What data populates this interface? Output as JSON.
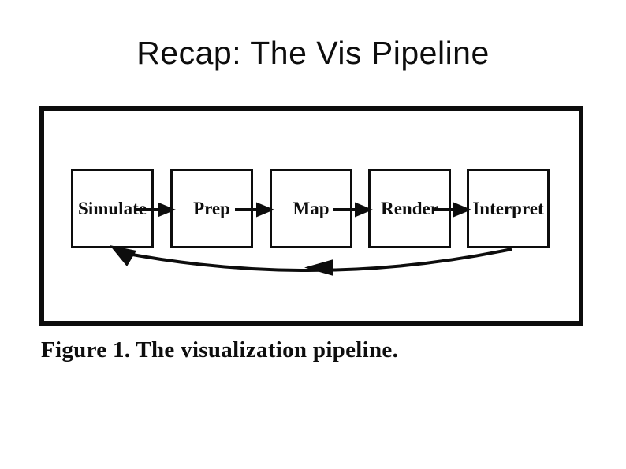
{
  "slide": {
    "title": "Recap: The Vis Pipeline"
  },
  "figure": {
    "caption": "Figure 1. The visualization pipeline.",
    "diagram": {
      "stages": [
        {
          "label": "Simulate"
        },
        {
          "label": "Prep"
        },
        {
          "label": "Map"
        },
        {
          "label": "Render"
        },
        {
          "label": "Interpret"
        }
      ],
      "connections": [
        {
          "from": "Simulate",
          "to": "Prep",
          "type": "forward-arrow"
        },
        {
          "from": "Prep",
          "to": "Map",
          "type": "forward-arrow"
        },
        {
          "from": "Map",
          "to": "Render",
          "type": "forward-arrow"
        },
        {
          "from": "Render",
          "to": "Interpret",
          "type": "forward-arrow"
        },
        {
          "from": "Interpret",
          "to": "Simulate",
          "type": "feedback-curve"
        }
      ]
    }
  },
  "colors": {
    "ink": "#0d0d0d",
    "background": "#ffffff"
  }
}
